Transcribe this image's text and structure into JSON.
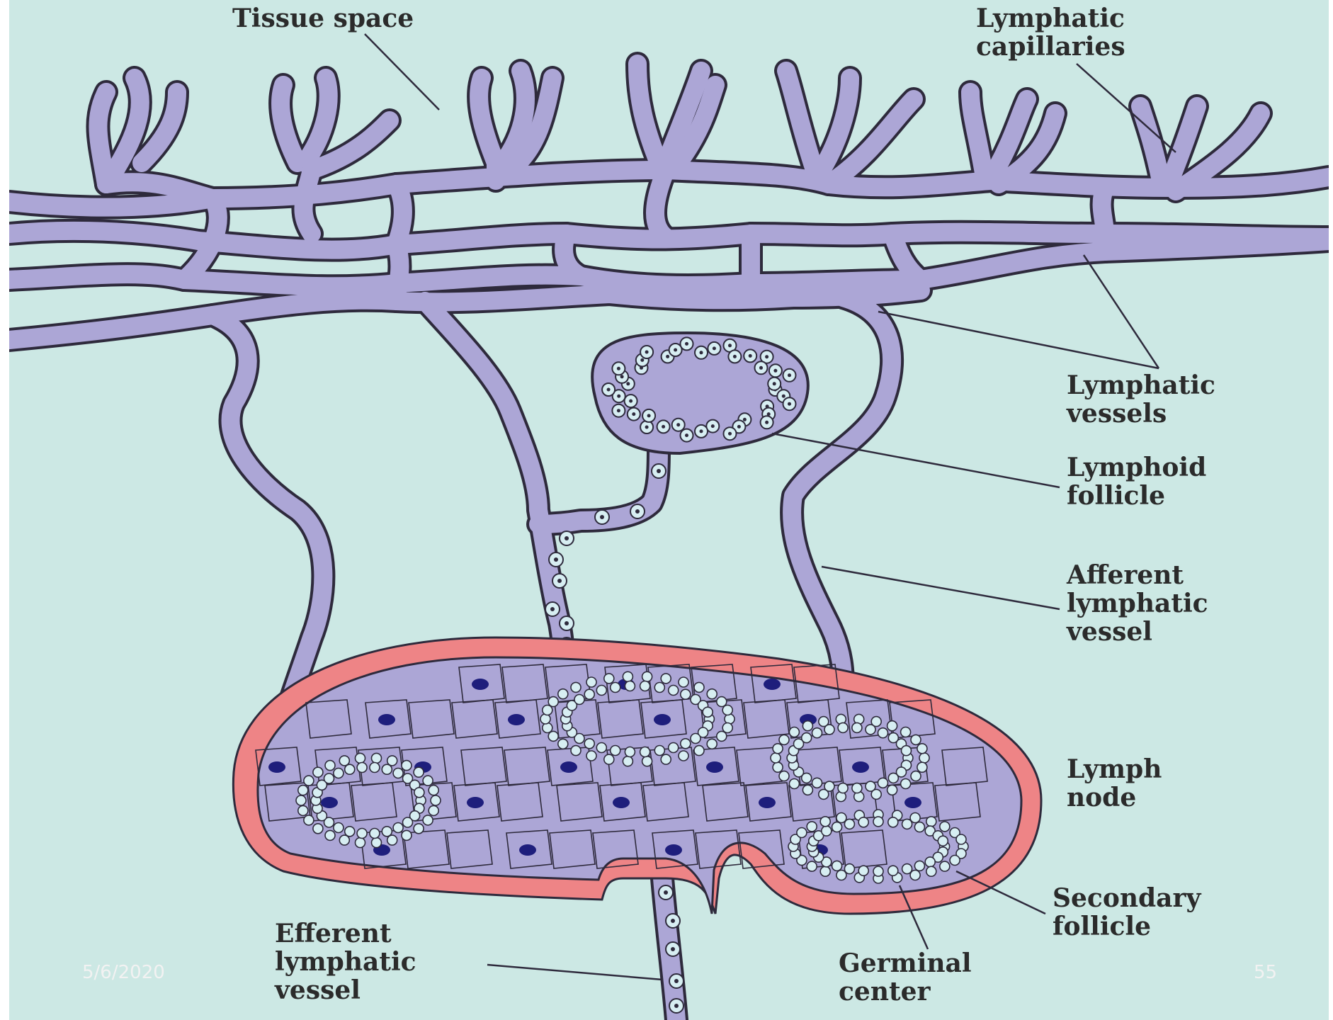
{
  "slide": {
    "date": "5/6/2020",
    "page_number": "55"
  },
  "labels": {
    "tissue_space": "Tissue space",
    "lymphatic_capillaries": [
      "Lymphatic",
      "capillaries"
    ],
    "lymphatic_vessels": [
      "Lymphatic",
      "vessels"
    ],
    "lymphoid_follicle": [
      "Lymphoid",
      "follicle"
    ],
    "afferent_vessel": [
      "Afferent",
      "lymphatic",
      "vessel"
    ],
    "lymph_node": [
      "Lymph",
      "node"
    ],
    "secondary_follicle": [
      "Secondary",
      "follicle"
    ],
    "germinal_center": [
      "Germinal",
      "center"
    ],
    "efferent_vessel": [
      "Efferent",
      "lymphatic",
      "vessel"
    ]
  },
  "colors": {
    "background": "#cce8e4",
    "frame": "#ffffff",
    "vessel_fill": "#aca6d6",
    "outline": "#2e2a3c",
    "capsule": "#ee8486",
    "nucleus": "#1e1e7c",
    "lymphocyte": "#d7eef2"
  }
}
